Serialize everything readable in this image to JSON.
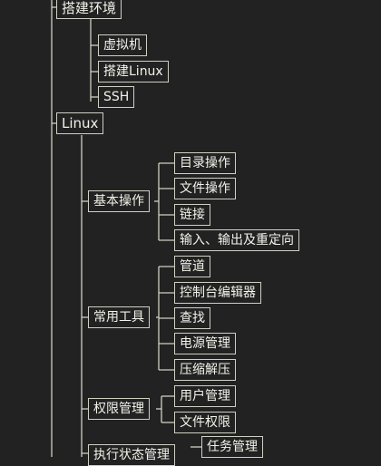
{
  "nodes": {
    "setup": "搭建环境",
    "vm": "虚拟机",
    "setup_linux": "搭建Linux",
    "ssh": "SSH",
    "linux": "Linux",
    "basic_ops": "基本操作",
    "dir_ops": "目录操作",
    "file_ops": "文件操作",
    "link": "链接",
    "io_redirect": "输入、输出及重定向",
    "common_tools": "常用工具",
    "pipe": "管道",
    "console_editor": "控制台编辑器",
    "find": "查找",
    "power_mgmt": "电源管理",
    "compress": "压缩解压",
    "perm_mgmt": "权限管理",
    "user_mgmt": "用户管理",
    "file_perm": "文件权限",
    "exec_state_mgmt": "执行状态管理",
    "task_mgmt": "任务管理"
  },
  "colors": {
    "background": "#222222",
    "line": "#cfcfc4",
    "text": "#f2f2ea"
  }
}
